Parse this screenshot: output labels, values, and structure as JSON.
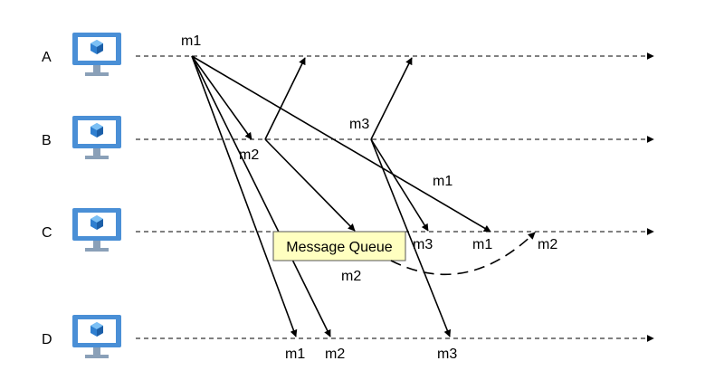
{
  "nodes": [
    {
      "id": "A",
      "label": "A",
      "icon": "computer-monitor-icon"
    },
    {
      "id": "B",
      "label": "B",
      "icon": "computer-monitor-icon"
    },
    {
      "id": "C",
      "label": "C",
      "icon": "computer-monitor-icon"
    },
    {
      "id": "D",
      "label": "D",
      "icon": "computer-monitor-icon"
    }
  ],
  "message_labels": {
    "a_m1": "m1",
    "b_m2": "m2",
    "b_m3": "m3",
    "c_m1_upper": "m1",
    "c_m3": "m3",
    "c_m1": "m1",
    "c_m2": "m2",
    "queue_m2": "m2",
    "d_m1": "m1",
    "d_m2": "m2",
    "d_m3": "m3"
  },
  "queue": {
    "label": "Message Queue"
  },
  "colors": {
    "line": "#000000",
    "queue_fill": "#ffffc0",
    "monitor_frame": "#4a8fd6",
    "monitor_screen": "#ffffff",
    "cube_blue": "#2f7fd0"
  }
}
